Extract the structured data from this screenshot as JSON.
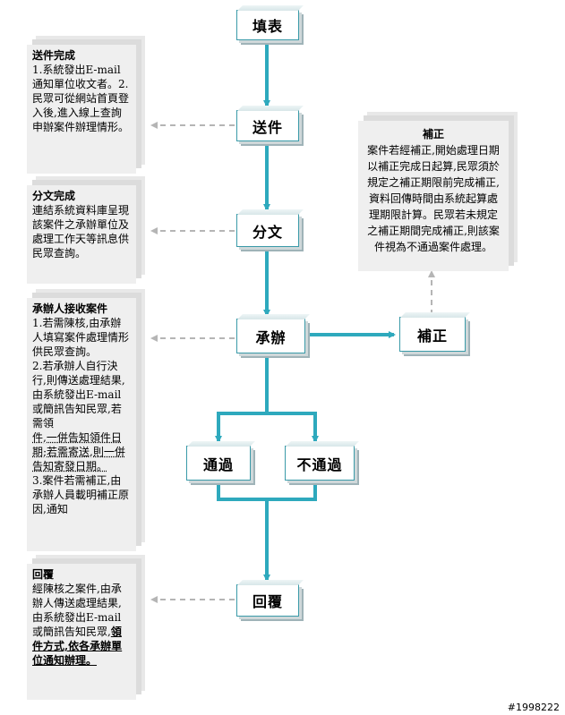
{
  "nodes": {
    "fill_form": "填表",
    "submit": "送件",
    "dispatch": "分文",
    "handle": "承辦",
    "amend": "補正",
    "pass": "通過",
    "fail": "不通過",
    "reply": "回覆"
  },
  "notes": {
    "submit_done": {
      "title": "送件完成",
      "text": "1.系統發出E-mail通知單位收文者。2.民眾可從網站首頁登入後,進入線上查詢申辦案件辦理情形。"
    },
    "dispatch_done": {
      "title": "分文完成",
      "text": "連結系統資料庫呈現該案件之承辦單位及處理工作天等訊息供民眾查詢。"
    },
    "handler_receive": {
      "title": "承辦人接收案件",
      "item1": "1.若需陳核,由承辦人填寫案件處理情形供民眾查詢。",
      "item2a": "2.若承辦人自行決行,則傳送處理結果,由系統發出E-mail或簡訊告知民眾,若需領",
      "item2b": "件,一併告知領件日期;若需寄送,則一併告知寄發日期。",
      "item3": "3.案件若需補正,由承辦人員載明補正原因,通知"
    },
    "reply_note": {
      "title": "回覆",
      "text": "經陳核之案件,由承辦人傳送處理結果,由系統發出E-mail或簡訊告知民眾,",
      "emphasis": "領件方式,依各承辦單位通知辦理。"
    },
    "amend_note": {
      "title": "補正",
      "text": "案件若經補正,開始處理日期以補正完成日起算,民眾須於規定之補正期限前完成補正,資料回傳時間由系統起算處理期限計算。民眾若未規定之補正期間完成補正,則該案件視為不通過案件處理。"
    }
  },
  "watermark": "#1998222",
  "colors": {
    "flow": "#2ea9bd",
    "dashed": "#b5b5b5",
    "panel": "#efefef"
  }
}
